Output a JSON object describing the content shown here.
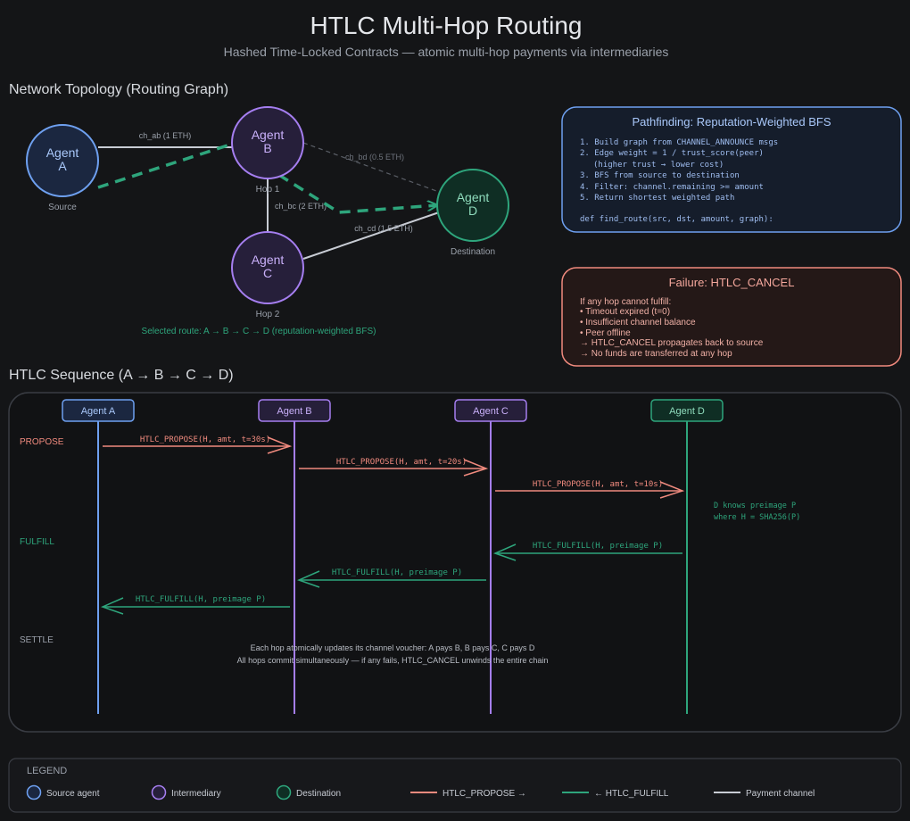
{
  "title": "HTLC Multi-Hop Routing",
  "subtitle": "Hashed Time-Locked Contracts — atomic multi-hop payments via intermediaries",
  "topology": {
    "heading": "Network Topology (Routing Graph)",
    "nodes": {
      "a": {
        "line1": "Agent",
        "line2": "A",
        "caption": "Source"
      },
      "b": {
        "line1": "Agent",
        "line2": "B",
        "caption": "Hop 1"
      },
      "c": {
        "line1": "Agent",
        "line2": "C",
        "caption": "Hop 2"
      },
      "d": {
        "line1": "Agent",
        "line2": "D",
        "caption": "Destination"
      }
    },
    "edges": {
      "ab": "ch_ab (1 ETH)",
      "bd": "ch_bd (0.5 ETH)",
      "bc": "ch_bc (2 ETH)",
      "cd": "ch_cd (1.5 ETH)"
    },
    "route_label": "Selected route: A → B → C → D (reputation-weighted BFS)"
  },
  "pathfinding": {
    "title": "Pathfinding: Reputation-Weighted BFS",
    "lines": [
      "1. Build graph from CHANNEL_ANNOUNCE msgs",
      "2. Edge weight = 1 / trust_score(peer)",
      "(higher trust → lower cost)",
      "3. BFS from source to destination",
      "4. Filter: channel.remaining >= amount",
      "5. Return shortest weighted path"
    ],
    "code": "def find_route(src, dst, amount, graph):"
  },
  "failure": {
    "title": "Failure: HTLC_CANCEL",
    "lines": [
      "If any hop cannot fulfill:",
      "• Timeout expired (t=0)",
      "• Insufficient channel balance",
      "• Peer offline",
      "→ HTLC_CANCEL propagates back to source",
      "→ No funds are transferred at any hop"
    ]
  },
  "sequence": {
    "heading": "HTLC Sequence (A → B → C → D)",
    "actors": [
      "Agent A",
      "Agent B",
      "Agent C",
      "Agent D"
    ],
    "phases": {
      "propose": "PROPOSE",
      "fulfill": "FULFILL",
      "settle": "SETTLE"
    },
    "messages": {
      "p1": "HTLC_PROPOSE(H, amt, t=30s)",
      "p2": "HTLC_PROPOSE(H, amt, t=20s)",
      "p3": "HTLC_PROPOSE(H, amt, t=10s)",
      "f1": "HTLC_FULFILL(H, preimage P)",
      "f2": "HTLC_FULFILL(H, preimage P)",
      "f3": "HTLC_FULFILL(H, preimage P)"
    },
    "note": [
      "D knows preimage P",
      "where H = SHA256(P)"
    ],
    "settle": [
      "Each hop atomically updates its channel voucher: A pays B, B pays C, C pays D",
      "All hops commit simultaneously — if any fails, HTLC_CANCEL unwinds the entire chain"
    ]
  },
  "legend": {
    "title": "LEGEND",
    "items": {
      "source": "Source agent",
      "intermediary": "Intermediary",
      "destination": "Destination",
      "propose": "HTLC_PROPOSE →",
      "fulfill": "← HTLC_FULFILL",
      "channel": "Payment channel"
    }
  },
  "colors": {
    "background": "#141517",
    "source": "#6ea0f0",
    "intermediary": "#a57ef0",
    "destination": "#2ea57c",
    "propose": "#f08a7e",
    "fulfill": "#2ea57c",
    "channel": "#c8ccd4",
    "route": "#2ea57c"
  }
}
